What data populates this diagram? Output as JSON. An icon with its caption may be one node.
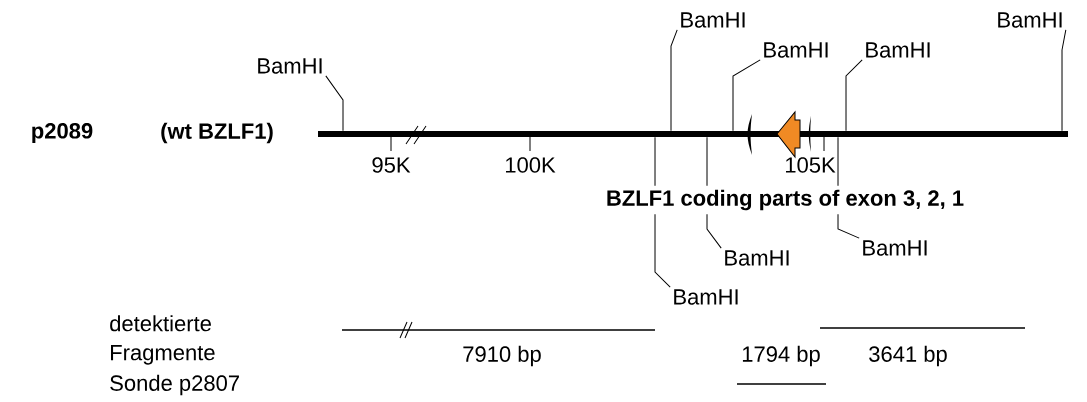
{
  "diagram": {
    "nodes": [
      {
        "text": [],
        "shape": "bar"
      },
      {
        "text": [
          "BamHI"
        ]
      },
      {
        "text": [
          "BamHI"
        ]
      },
      {
        "text": [
          "BamHI"
        ]
      },
      {
        "text": [
          "BamHI"
        ]
      },
      {
        "text": [
          "BamHI"
        ]
      },
      {
        "text": [
          "BamHI"
        ]
      },
      {
        "text": [
          "BamHI"
        ]
      },
      {
        "text": [
          "BamHI"
        ]
      }
    ],
    "edges": [
      {
        "from": 1,
        "to": 0,
        "arrow": "none"
      },
      {
        "from": 2,
        "to": 0,
        "arrow": "none"
      },
      {
        "from": 3,
        "to": 0,
        "arrow": "none"
      },
      {
        "from": 4,
        "to": 0,
        "arrow": "none"
      },
      {
        "from": 5,
        "to": 0,
        "arrow": "none"
      },
      {
        "from": 6,
        "to": 0,
        "arrow": "none"
      },
      {
        "from": 7,
        "to": 0,
        "arrow": "none"
      },
      {
        "from": 8,
        "to": 0,
        "arrow": "none"
      }
    ],
    "labels": [
      "p2089",
      "(wt BZLF1)",
      "95K",
      "100K",
      "105K",
      "BZLF1 coding parts of exon 3, 2, 1",
      "detektierte Fragmente",
      "7910 bp",
      "1794 bp",
      "3641 bp",
      "Sonde p2807"
    ]
  }
}
